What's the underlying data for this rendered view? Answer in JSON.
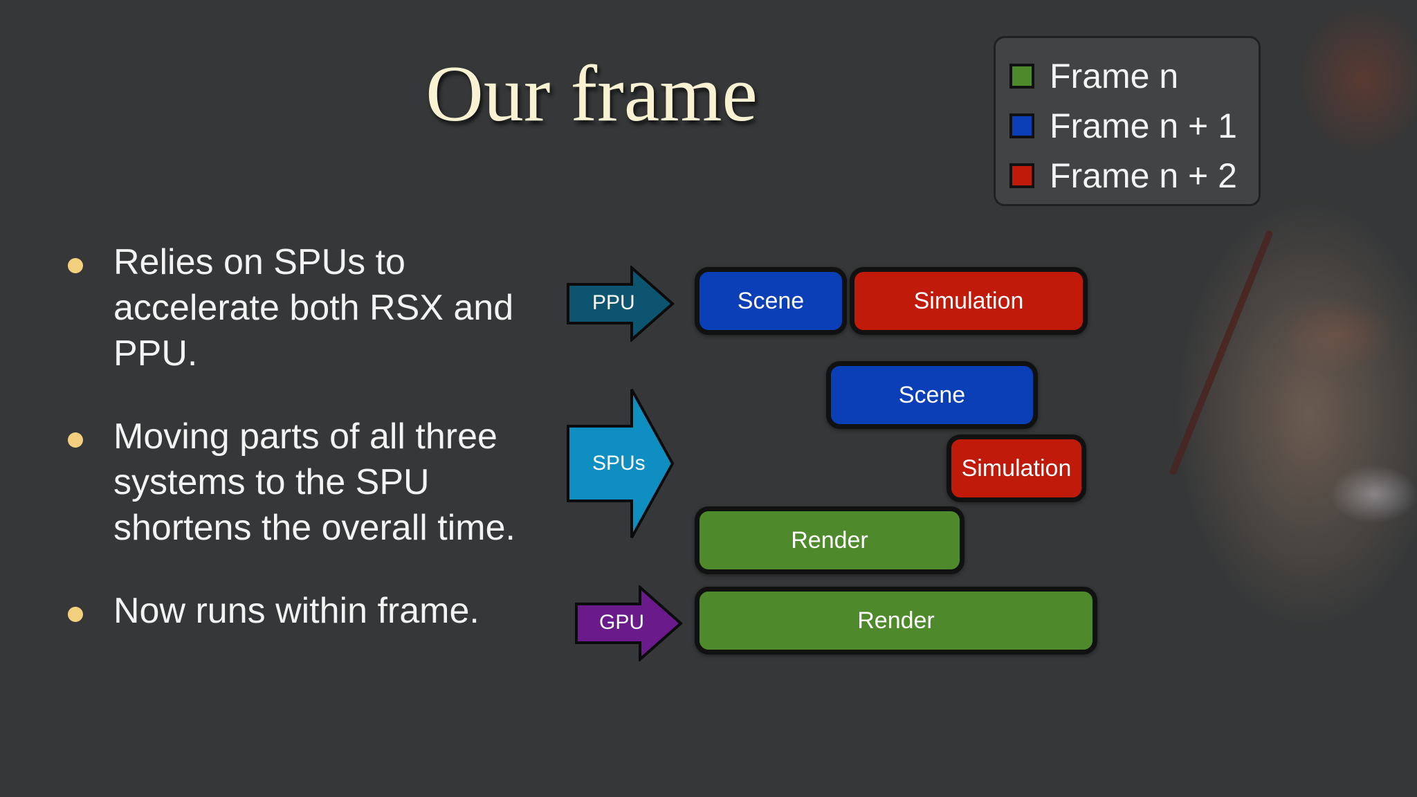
{
  "slide": {
    "title": "Our frame",
    "legend": [
      {
        "label": "Frame n",
        "color": "#4e8a2c"
      },
      {
        "label": "Frame n + 1",
        "color": "#0a3fb8"
      },
      {
        "label": "Frame n + 2",
        "color": "#c01a0a"
      }
    ],
    "bullets": [
      "Relies on SPUs to accelerate both RSX and PPU.",
      "Moving parts of all three systems to the SPU shortens the overall time.",
      "Now runs within frame."
    ],
    "processors": {
      "ppu": {
        "label": "PPU",
        "color": "#0c5470"
      },
      "spus": {
        "label": "SPUs",
        "color": "#0f8ec2"
      },
      "gpu": {
        "label": "GPU",
        "color": "#6a1a8a"
      }
    },
    "blocks": {
      "ppu_scene": "Scene",
      "ppu_simulation": "Simulation",
      "spu_scene": "Scene",
      "spu_simulation": "Simulation",
      "spu_render": "Render",
      "gpu_render": "Render"
    },
    "colors": {
      "frame_n": "#4e8a2c",
      "frame_n1": "#0a3fb8",
      "frame_n2": "#c01a0a",
      "bullet": "#f4cf80",
      "title": "#f8f2d2"
    }
  }
}
